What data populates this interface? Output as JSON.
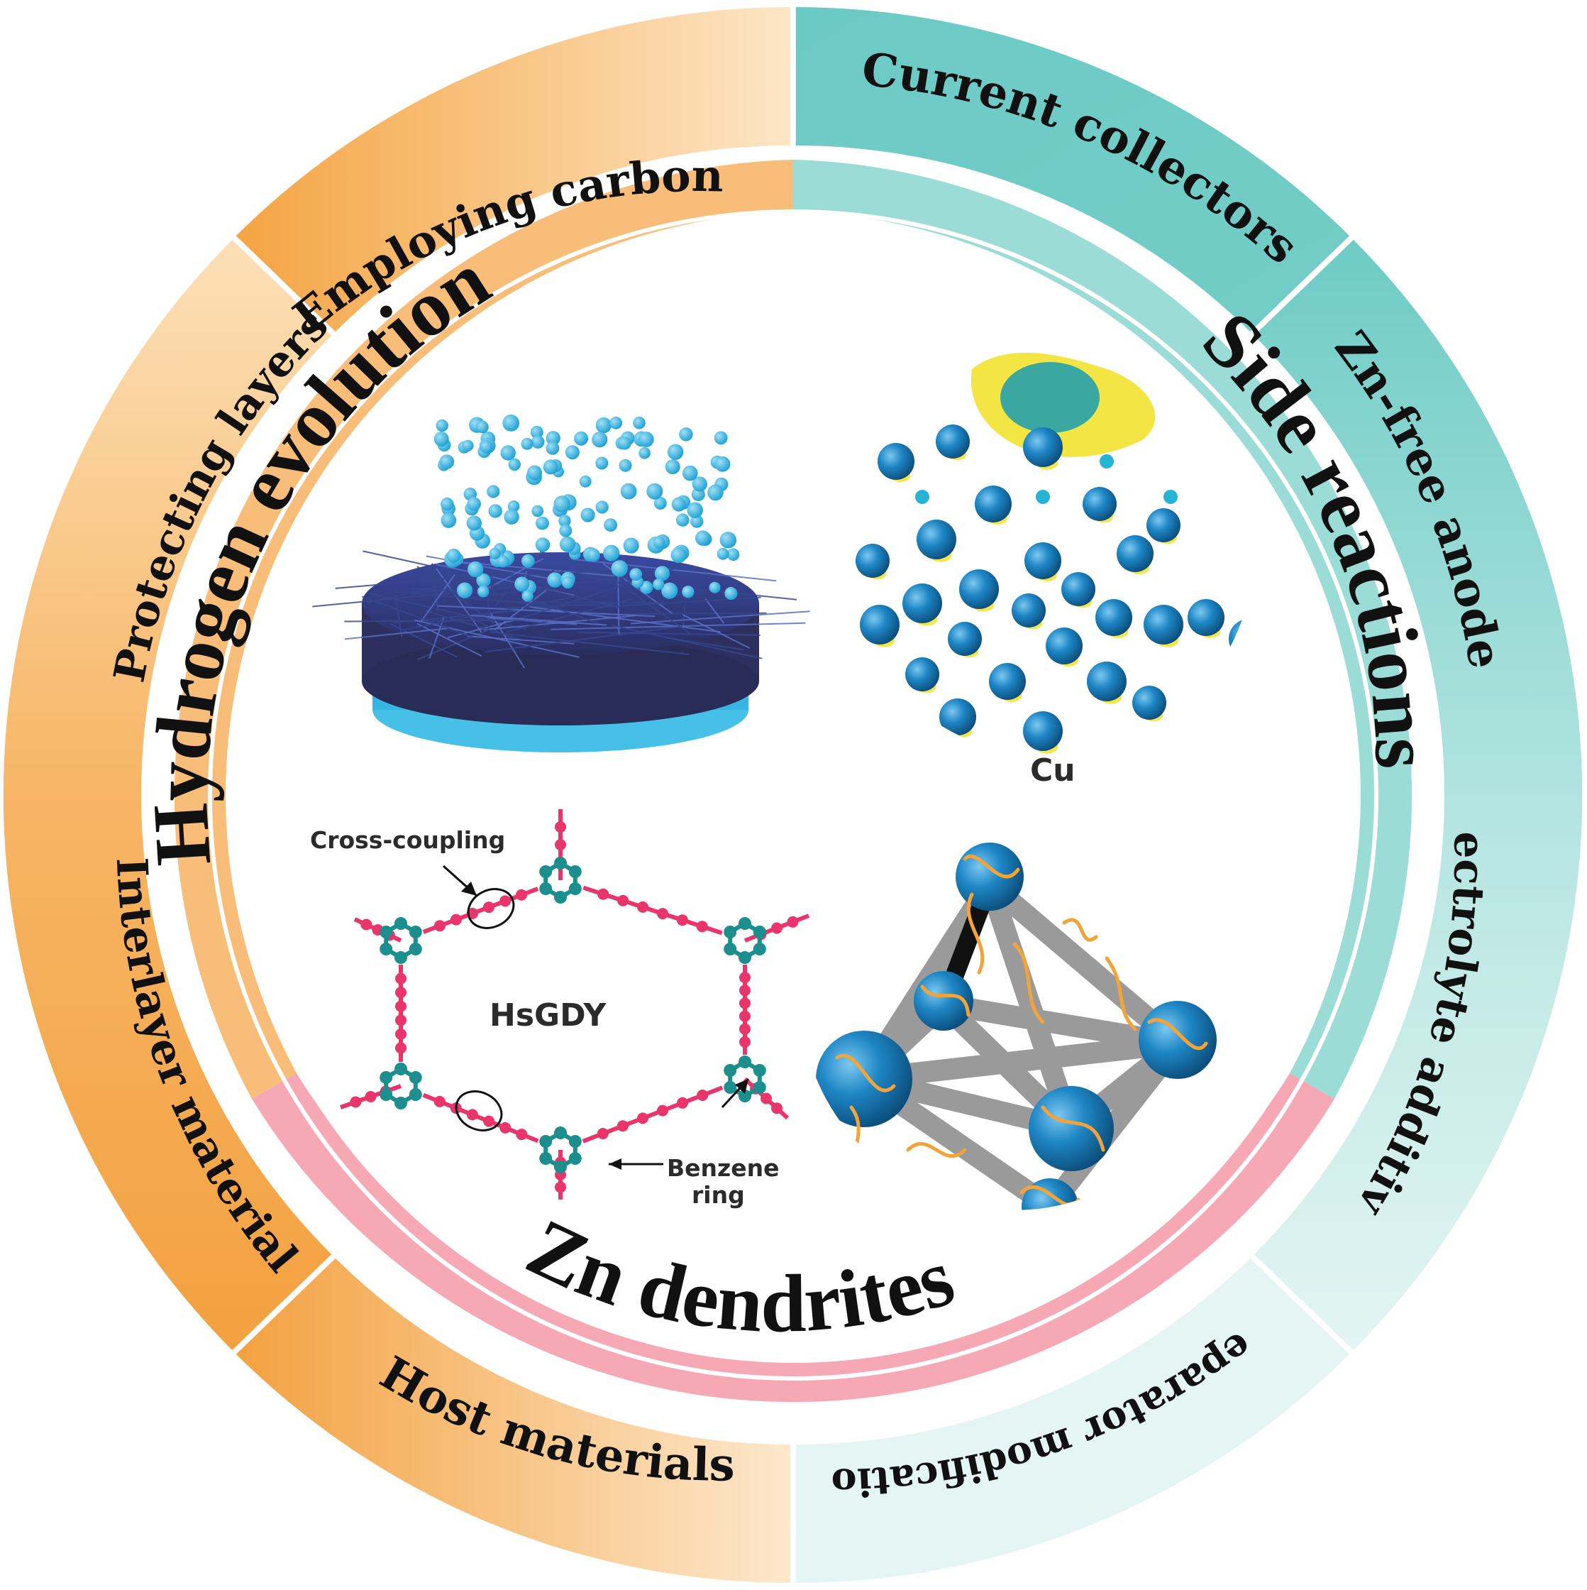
{
  "outer_ring": {
    "employing_carbon": "Employing carbon",
    "protecting_layers": "Protecting layers",
    "interlayer_material": "Interlayer material",
    "host_materials": "Host materials",
    "current_collectors": "Current collectors",
    "zn_free_anode": "Zn-free anode",
    "electrolyte_additives": "Electrolyte additives",
    "separator_modification": "Separator modification"
  },
  "inner_ring": {
    "hydrogen_evolution": "Hydrogen evolution",
    "side_reactions": "Side reactions",
    "zn_dendrites": "Zn dendrites"
  },
  "panels": {
    "cu_label": "Cu",
    "cross_coupling": "Cross-coupling",
    "hsgdy": "HsGDY",
    "benzene_line1": "Benzene",
    "benzene_line2": "ring"
  },
  "colors": {
    "orange_dark": "#f2a03c",
    "orange_light": "#fce0bb",
    "teal_dark": "#6ccac4",
    "teal_light": "#e2f4f2",
    "inner_orange": "#f8bd78",
    "inner_teal": "#9bdcd6",
    "inner_pink": "#f6a8b5",
    "atom_blue": "#1e86c4",
    "gdy_pink": "#e8366d",
    "gdy_teal": "#1c8e8e"
  }
}
